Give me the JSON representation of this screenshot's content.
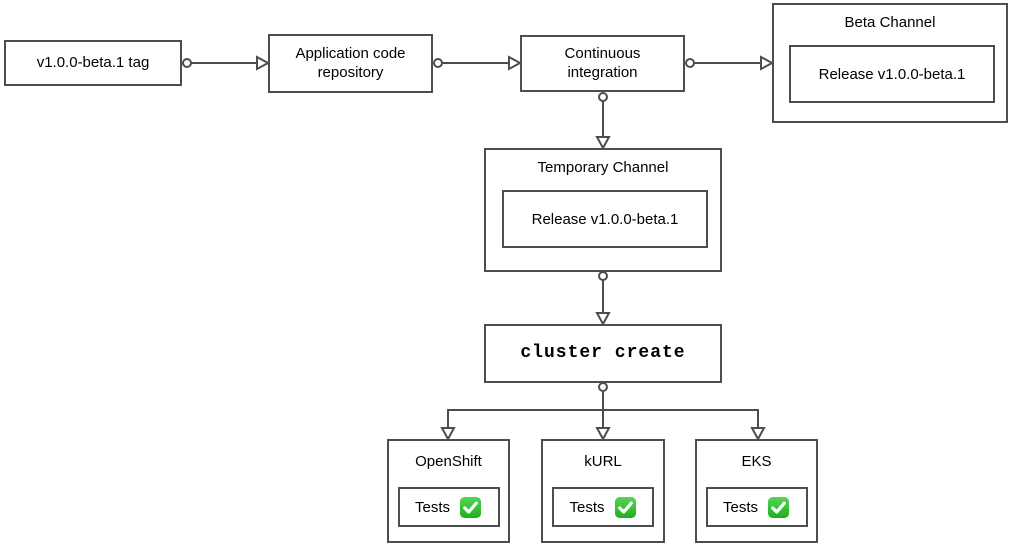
{
  "diagram": {
    "nodes": {
      "tag": {
        "label": "v1.0.0-beta.1 tag"
      },
      "repo": {
        "label": "Application code\nrepository"
      },
      "ci": {
        "label": "Continuous\nintegration"
      },
      "beta_channel": {
        "title": "Beta Channel",
        "release_label": "Release v1.0.0-beta.1"
      },
      "temporary_channel": {
        "title": "Temporary Channel",
        "release_label": "Release v1.0.0-beta.1"
      },
      "cluster_create": {
        "label": "cluster create"
      },
      "platforms": [
        {
          "name": "OpenShift",
          "tests_label": "Tests",
          "tests_icon": "check-mark-button"
        },
        {
          "name": "kURL",
          "tests_label": "Tests",
          "tests_icon": "check-mark-button"
        },
        {
          "name": "EKS",
          "tests_label": "Tests",
          "tests_icon": "check-mark-button"
        }
      ]
    },
    "colors": {
      "border": "#4d4d4d",
      "background": "#ffffff",
      "text": "#000000",
      "check_green": "#2dbe2d",
      "check_green_light": "#55d655",
      "check_mark": "#ffffff"
    }
  }
}
